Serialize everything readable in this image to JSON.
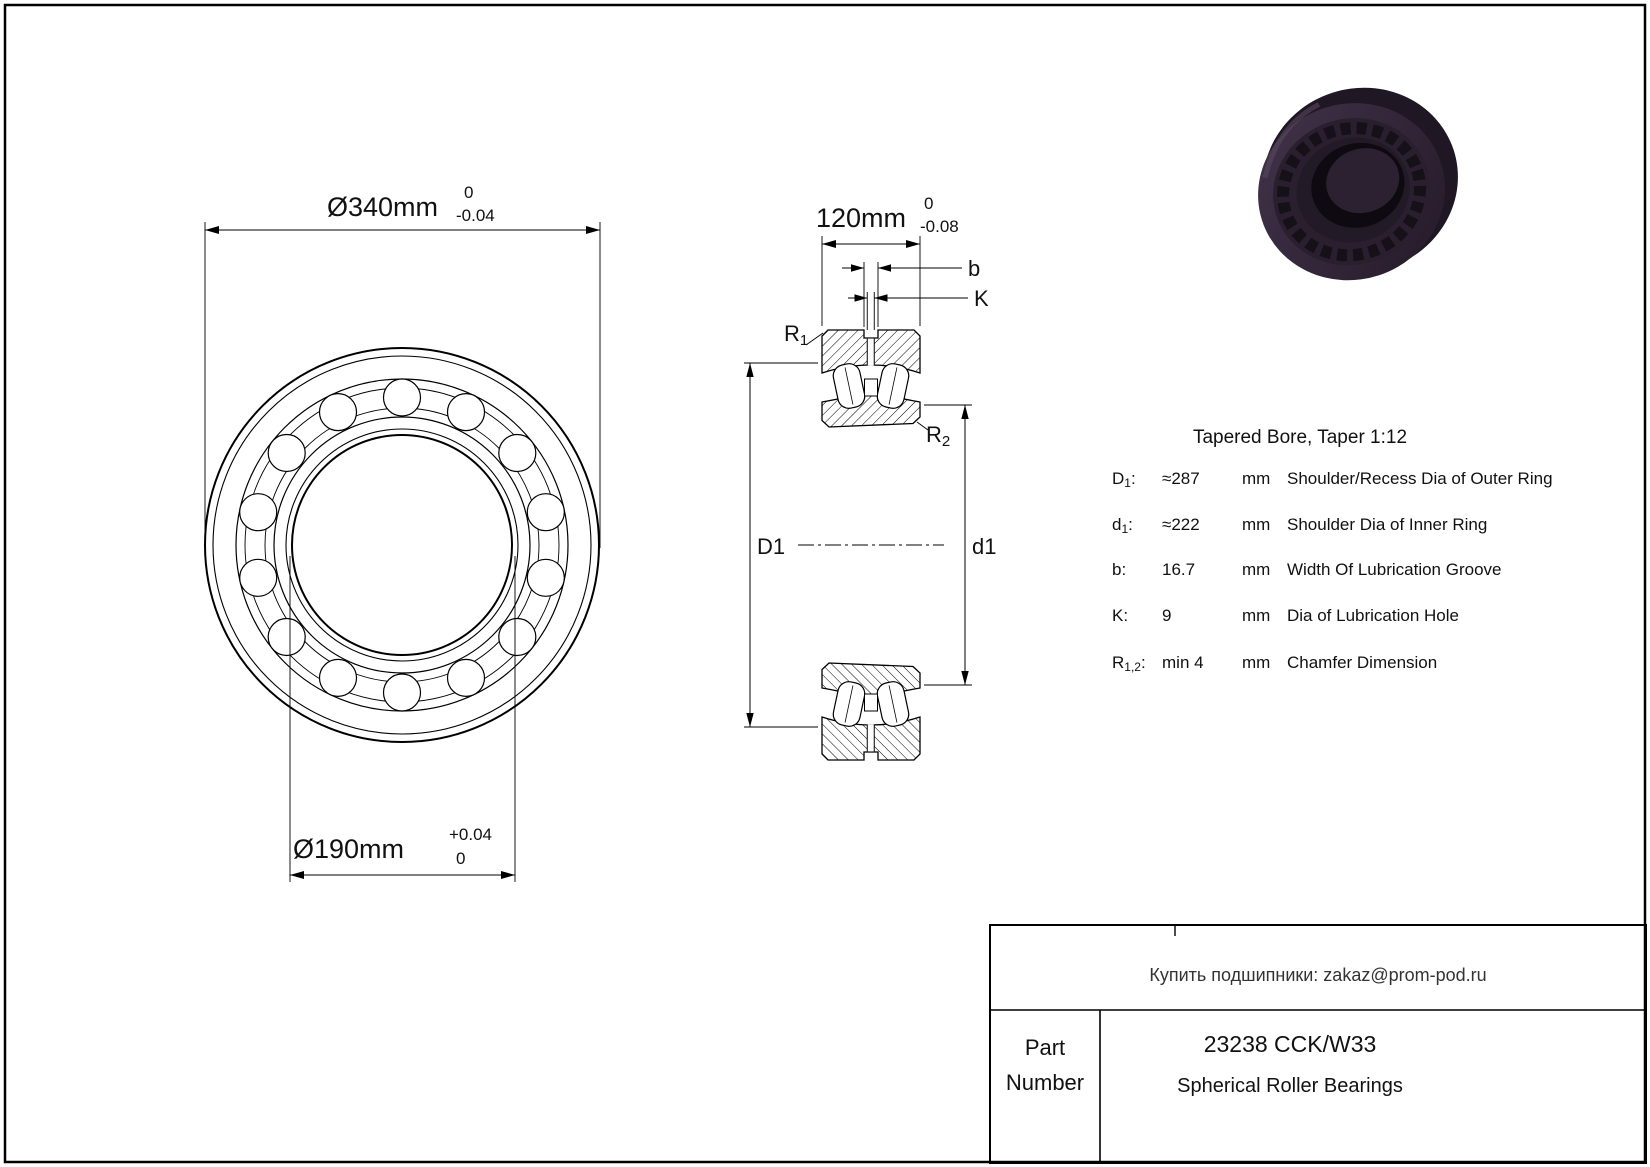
{
  "drawing": {
    "front_view": {
      "dim_outer_main": "Ø340mm",
      "dim_outer_tol_top": "0",
      "dim_outer_tol_bottom": "-0.04",
      "dim_bore_main": "Ø190mm",
      "dim_bore_tol_top": "+0.04",
      "dim_bore_tol_bottom": "0"
    },
    "section_view": {
      "dim_width_main": "120mm",
      "dim_width_tol_top": "0",
      "dim_width_tol_bottom": "-0.08",
      "label_b": "b",
      "label_k": "K",
      "label_r1_main": "R",
      "label_r1_sub": "1",
      "label_r2_main": "R",
      "label_r2_sub": "2",
      "label_big_d1": "D1",
      "label_small_d1": "d1"
    }
  },
  "specs": {
    "title": "Tapered Bore, Taper 1:12",
    "rows": [
      {
        "label_main": "D",
        "label_sub": "1",
        "label_colon": ":",
        "value": "≈287",
        "unit": "mm",
        "desc": "Shoulder/Recess Dia of Outer Ring"
      },
      {
        "label_main": "d",
        "label_sub": "1",
        "label_colon": ":",
        "value": "≈222",
        "unit": "mm",
        "desc": "Shoulder Dia of Inner Ring"
      },
      {
        "label": "b:",
        "value": "16.7",
        "unit": "mm",
        "desc": "Width Of Lubrication Groove"
      },
      {
        "label": "K:",
        "value": "9",
        "unit": "mm",
        "desc": "Dia of Lubrication Hole"
      },
      {
        "label_main": "R",
        "label_sub": "1,2",
        "label_colon": ":",
        "value": "min 4",
        "unit": "mm",
        "desc": "Chamfer Dimension"
      }
    ]
  },
  "title_block": {
    "contact": "Купить подшипники: zakaz@prom-pod.ru",
    "part_label_line1": "Part",
    "part_label_line2": "Number",
    "part_number": "23238 CCK/W33",
    "part_type": "Spherical Roller Bearings"
  }
}
